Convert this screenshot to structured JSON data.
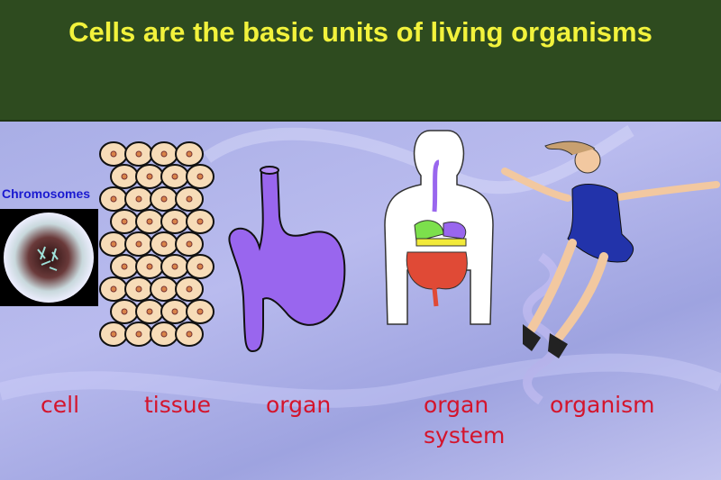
{
  "slide": {
    "title": "Cells are the basic units of living organisms",
    "chromosomes_label": "Chromosomes",
    "labels": {
      "cell": "cell",
      "tissue": "tissue",
      "organ": "organ",
      "organ_system_line1": "organ",
      "organ_system_line2": "system",
      "organism": "organism"
    }
  },
  "colors": {
    "header": "#2e4b1f",
    "title": "#f2f23c",
    "label": "#d4142c",
    "chromosomes": "#1a1ad0",
    "stomach": "#9966ee",
    "cell_fill": "#f7dcb8"
  }
}
